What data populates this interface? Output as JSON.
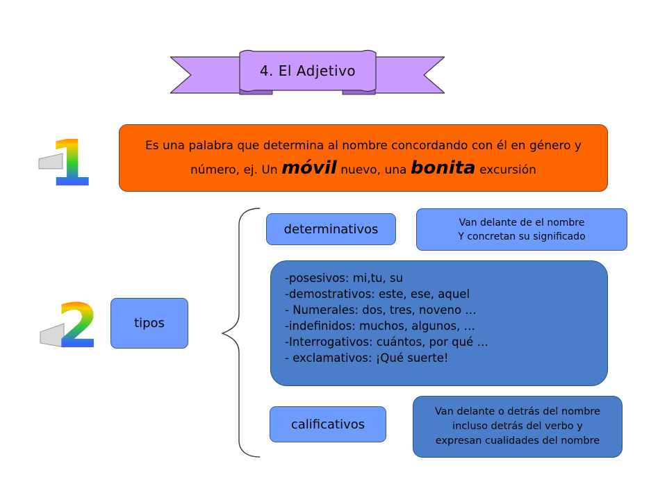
{
  "header": {
    "title": "4. El Adjetivo",
    "ribbon_color": "#cc99ff"
  },
  "definition": {
    "text_before": "Es una palabra que determina al nombre concordando con él en género y número, ej. Un ",
    "word1": "móvil",
    "text_middle": " nuevo, una ",
    "word2": "bonita",
    "text_after": " excursión",
    "box_color": "#ff6600"
  },
  "sections": {
    "number1": "1",
    "number2": "2"
  },
  "diagram": {
    "root_label": "tipos",
    "branch1": {
      "label": "determinativos",
      "note": [
        "Van delante de el nombre",
        "Y concretan su significado"
      ],
      "items": [
        "-posesivos: mi,tu, su",
        "-demostrativos: este, ese, aquel",
        "- Numerales: dos, tres, noveno …",
        "-indefinidos: muchos, algunos, …",
        "-Interrogativos: cuántos, por qué …",
        "- exclamativos: ¡Qué suerte!"
      ]
    },
    "branch2": {
      "label": "calificativos",
      "note": [
        "Van delante o detrás del nombre",
        "incluso detrás del verbo y",
        "expresan cualidades del nombre"
      ]
    }
  },
  "colors": {
    "box_light_blue": "#6e9cff",
    "box_steel_blue": "#4a7ec8"
  }
}
